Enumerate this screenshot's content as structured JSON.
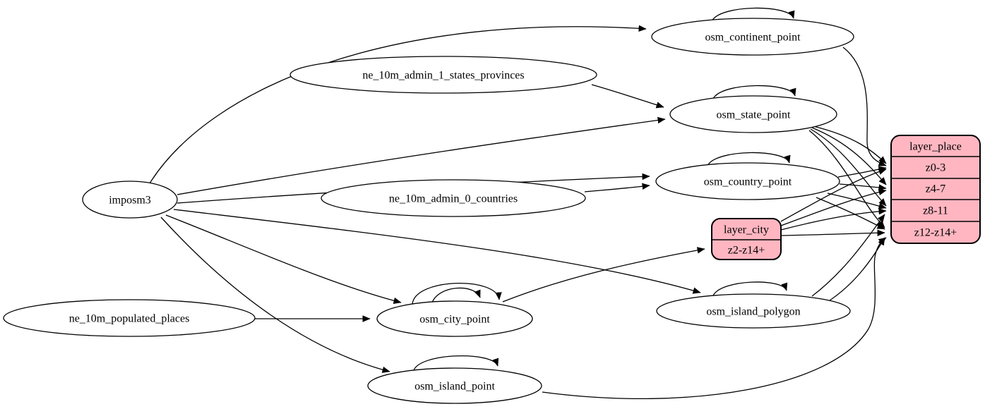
{
  "diagram": {
    "type": "etl-dependency-graph",
    "colors": {
      "background": "#ffffff",
      "node_fill": "#ffffff",
      "node_stroke": "#000000",
      "record_fill": "#ffb6c1",
      "edge_stroke": "#000000"
    },
    "nodes": {
      "imposm3": {
        "label": "imposm3"
      },
      "ne_10m_admin_1_states_provinces": {
        "label": "ne_10m_admin_1_states_provinces"
      },
      "ne_10m_admin_0_countries": {
        "label": "ne_10m_admin_0_countries"
      },
      "ne_10m_populated_places": {
        "label": "ne_10m_populated_places"
      },
      "osm_continent_point": {
        "label": "osm_continent_point"
      },
      "osm_state_point": {
        "label": "osm_state_point"
      },
      "osm_country_point": {
        "label": "osm_country_point"
      },
      "osm_city_point": {
        "label": "osm_city_point"
      },
      "osm_island_polygon": {
        "label": "osm_island_polygon"
      },
      "osm_island_point": {
        "label": "osm_island_point"
      }
    },
    "records": {
      "layer_city": {
        "title": "layer_city",
        "rows": [
          "z2-z14+"
        ]
      },
      "layer_place": {
        "title": "layer_place",
        "rows": [
          "z0-3",
          "z4-7",
          "z8-11",
          "z12-z14+"
        ]
      }
    },
    "edges": [
      {
        "from": "imposm3",
        "to": "osm_continent_point"
      },
      {
        "from": "imposm3",
        "to": "osm_state_point"
      },
      {
        "from": "imposm3",
        "to": "osm_country_point"
      },
      {
        "from": "imposm3",
        "to": "osm_city_point"
      },
      {
        "from": "imposm3",
        "to": "osm_island_polygon"
      },
      {
        "from": "imposm3",
        "to": "osm_island_point"
      },
      {
        "from": "ne_10m_admin_1_states_provinces",
        "to": "osm_state_point"
      },
      {
        "from": "ne_10m_admin_0_countries",
        "to": "osm_country_point"
      },
      {
        "from": "ne_10m_populated_places",
        "to": "osm_city_point"
      },
      {
        "from": "osm_continent_point",
        "to": "osm_continent_point",
        "self_loop": true
      },
      {
        "from": "osm_state_point",
        "to": "osm_state_point",
        "self_loop": true
      },
      {
        "from": "osm_country_point",
        "to": "osm_country_point",
        "self_loop": true
      },
      {
        "from": "osm_city_point",
        "to": "osm_city_point",
        "self_loop": true,
        "count": 2
      },
      {
        "from": "osm_island_polygon",
        "to": "osm_island_polygon",
        "self_loop": true
      },
      {
        "from": "osm_island_point",
        "to": "osm_island_point",
        "self_loop": true
      },
      {
        "from": "osm_city_point",
        "to": "layer_city:z2-z14+"
      },
      {
        "from": "osm_continent_point",
        "to": "layer_place:z0-3"
      },
      {
        "from": "osm_state_point",
        "to": "layer_place:z0-3"
      },
      {
        "from": "osm_state_point",
        "to": "layer_place:z4-7"
      },
      {
        "from": "osm_state_point",
        "to": "layer_place:z8-11"
      },
      {
        "from": "osm_state_point",
        "to": "layer_place:z12-z14+"
      },
      {
        "from": "osm_country_point",
        "to": "layer_place:z0-3"
      },
      {
        "from": "osm_country_point",
        "to": "layer_place:z4-7"
      },
      {
        "from": "osm_country_point",
        "to": "layer_place:z8-11"
      },
      {
        "from": "osm_country_point",
        "to": "layer_place:z12-z14+"
      },
      {
        "from": "layer_city",
        "to": "layer_place:z0-3"
      },
      {
        "from": "layer_city",
        "to": "layer_place:z4-7"
      },
      {
        "from": "layer_city",
        "to": "layer_place:z8-11"
      },
      {
        "from": "layer_city",
        "to": "layer_place:z12-z14+"
      },
      {
        "from": "osm_island_polygon",
        "to": "layer_place:z8-11"
      },
      {
        "from": "osm_island_polygon",
        "to": "layer_place:z12-z14+"
      },
      {
        "from": "osm_island_point",
        "to": "layer_place:z12-z14+"
      }
    ]
  }
}
